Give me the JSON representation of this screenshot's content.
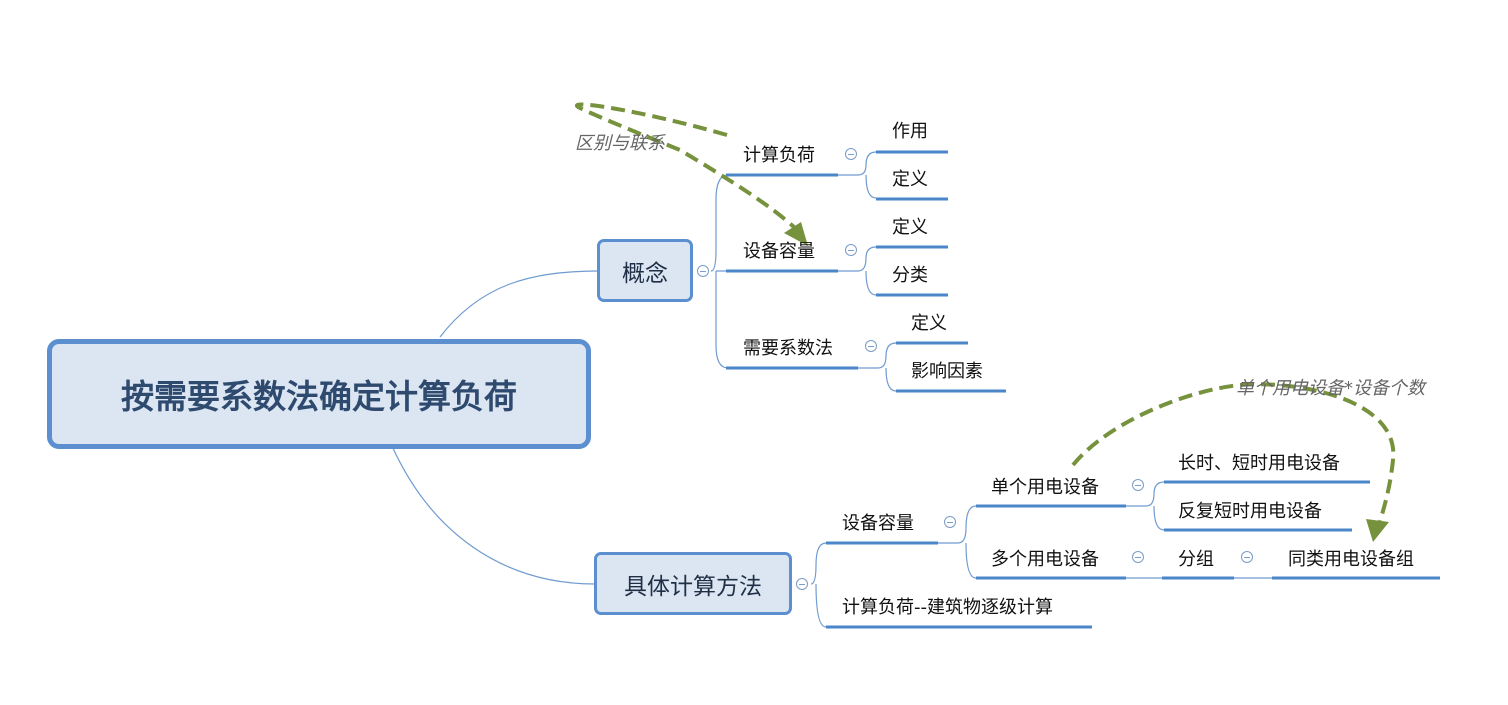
{
  "root": {
    "label": "按需要系数法确定计算负荷"
  },
  "concept": {
    "label": "概念",
    "calc_load": {
      "label": "计算负荷",
      "children": [
        "作用",
        "定义"
      ]
    },
    "equip_capacity": {
      "label": "设备容量",
      "children": [
        "定义",
        "分类"
      ]
    },
    "demand_coef": {
      "label": "需要系数法",
      "children": [
        "定义",
        "影响因素"
      ]
    }
  },
  "method": {
    "label": "具体计算方法",
    "equip_capacity": {
      "label": "设备容量",
      "single": {
        "label": "单个用电设备",
        "children": [
          "长时、短时用电设备",
          "反复短时用电设备"
        ]
      },
      "multi": {
        "label": "多个用电设备",
        "group": "分组",
        "same_type": "同类用电设备组"
      }
    },
    "calc_building": {
      "label": "计算负荷--建筑物逐级计算"
    }
  },
  "relations": [
    {
      "label": "区别与联系"
    },
    {
      "label": "单个用电设备*设备个数"
    }
  ],
  "colors": {
    "node_border": "#5b8fd0",
    "node_fill": "#dce6f2",
    "underline": "#4a86c8",
    "connector": "#6f9bd0",
    "relation_arrow": "#76923c"
  }
}
